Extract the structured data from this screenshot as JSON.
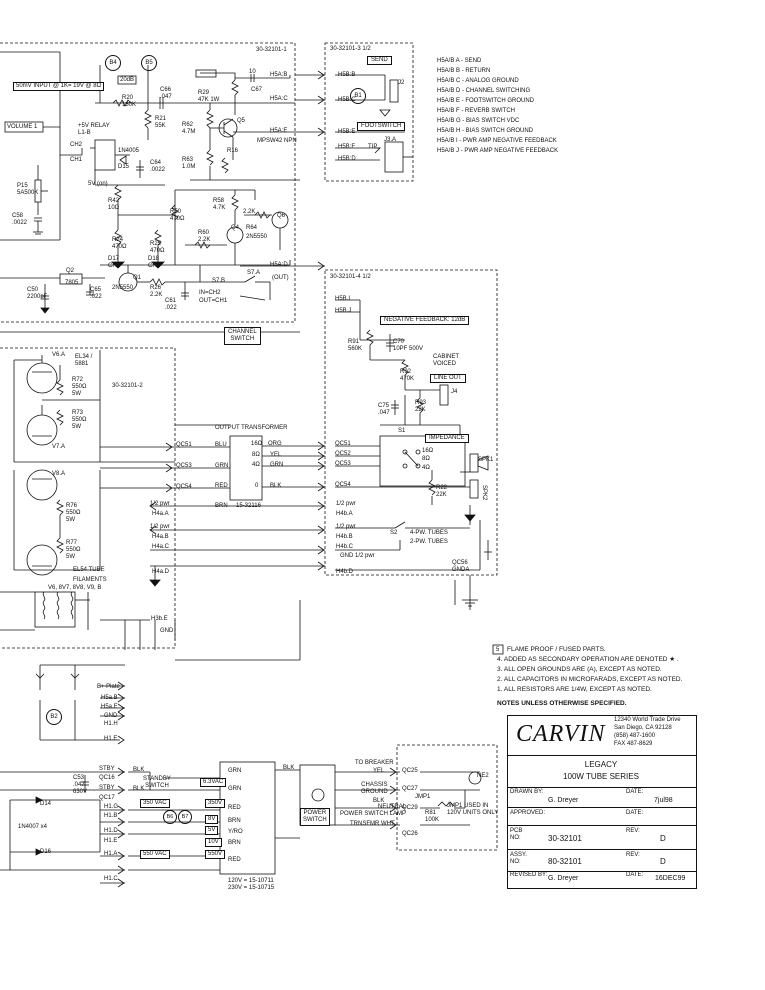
{
  "sheets": {
    "s1": "30-32101-1",
    "s2": "30-32101-2",
    "s3": "30-32101-3   1/2",
    "s4": "30-32101-4   1/2"
  },
  "connectors": {
    "send": "SEND",
    "footswitch": "FOOTSWITCH",
    "channel_switch_1": "CHANNEL",
    "channel_switch_2": "SWITCH",
    "line_out": "LINE OUT",
    "impedance": "IMPEDANCE",
    "neg_fb": "NEGATIVE FEEDBACK: 12dB",
    "power_switch_1": "POWER",
    "power_switch_2": "SWITCH"
  },
  "legend": [
    "H5A/B A -   SEND",
    "H5A/B B -   RETURN",
    "H5A/B C -   ANALOG GROUND",
    "H5A/B D -   CHANNEL SWITCHING",
    "H5A/B E -   FOOTSWITCH GROUND",
    "H5A/B F -   REVERB SWITCH",
    "H5A/B G -   BIAS SWITCH VDC",
    "H5A/B H -   BIAS SWITCH GROUND",
    "H5A/B I -   PWR AMP NEGATIVE FEEDBACK",
    "H5A/B J -   PWR AMP NEGATIVE FEEDBACK"
  ],
  "bubbles": {
    "b4": "B4",
    "b5": "B5",
    "b1": "B1",
    "b2": "B2",
    "b6": "B6",
    "b7": "B7"
  },
  "components": {
    "input_note": "50mV INPUT @ 1K= 19V @ 8Ω",
    "volume": "VOLUME 1",
    "db20": "20dB",
    "r20": "R20\n180K",
    "r21": "R21\n55K",
    "c66": "C66\n.047",
    "r29": "R29\n47K 1W",
    "c67": "C67",
    "ten": "10",
    "q5": "Q5",
    "mpsw": "MPSW42 NPN",
    "r62": "R62\n4.7M",
    "r63": "R63\n1.0M",
    "r16": "R16",
    "relay": "+5V RELAY\nL1-B",
    "ch2": "CH2",
    "ch1": "CH1",
    "in4005": "1N4005",
    "d15": "D15",
    "c64": "C64\n.0022",
    "v5on": "5V (on)",
    "p15": "P15\n5A500K",
    "c58": "C58\n.0022",
    "r42": "R42\n10Ω",
    "r50": "R50\n470Ω",
    "r58": "R58\n4.7K",
    "k22": "2.2K",
    "r60": "R60\n2.2K",
    "q4": "Q4",
    "r64": "R64",
    "n2n": "2N5550",
    "q6": "Q6",
    "r24": "R24\n470Ω",
    "r25": "R25\n470Ω",
    "d17": "D17\nCH1",
    "d18": "D18\nCH2",
    "q1": "Q1",
    "q2": "Q2",
    "q2v": "7805",
    "c50": "C50\n2200pF",
    "c65": "C65\n.022",
    "n2b": "2N5550",
    "r26": "R26\n2.2K",
    "c61": "C61\n.022",
    "s7b": "S7.B",
    "s7a": "S7.A",
    "out": "(OUT)",
    "inch2": "IN=CH2",
    "outch1": "OUT=CH1",
    "h5ab": "H5A:B",
    "h5ac": "H5A:C",
    "h5ae": "H5A:E",
    "h5ad": "H5A:D",
    "h5bb": "H5B:B",
    "h5bc": "H5B:C",
    "h5be": "H5B:E",
    "h5bf": "H5B:F",
    "h5bd": "H5B:D",
    "j2": "J2",
    "j3a": "J3.A",
    "tip": "TIP",
    "v6a": "V6.A",
    "el34": "EL34 /\n5881",
    "r72": "R72\n550Ω\n5W",
    "r73": "R73\n550Ω\n5W",
    "v7a": "V7.A",
    "v8a": "V8.A",
    "r76": "R76\n550Ω\n5W",
    "r77": "R77\n550Ω\n5W",
    "el54": "EL54 TUBE",
    "filaments": "FILAMENTS",
    "tubes_hdr": "V6, 8V7, 8V8, V9, B",
    "ot": "OUTPUT TRANSFORMER",
    "blu": "BLU",
    "grn": "GRN",
    "red": "RED",
    "brn": "BRN",
    "t16": "16Ω",
    "t8": "8Ω",
    "t4": "4Ω",
    "t0": "0",
    "org": "ORG",
    "yel": "YEL",
    "grn2": "GRN",
    "blk": "BLK",
    "xfmr": "15-32116",
    "qc51": "QC51",
    "qc52": "QC52",
    "qc53": "QC53",
    "qc54": "QC54",
    "half_pwr": "1/2 pwr",
    "h4aa": "H4a.A",
    "h4ab": "H4a.B",
    "h4ac": "H4a.C",
    "h4ad": "H4a.D",
    "h4ba": "H4b.A",
    "h4bb": "H4b.B",
    "h4bc": "H4b.C",
    "h4bd": "H4b.D",
    "gnd_half": "GND 1/2 pwr",
    "four_tubes": "4-PW. TUBES",
    "two_tubes": "2-PW. TUBES",
    "s2": "S2",
    "r91": "R91\n560K",
    "c70": "C70\n10PF 500V",
    "cab": "CABINET\nVOICED",
    "r92": "R92\n470K",
    "c75": "C75\n.047",
    "r93": "R93\n22K",
    "j4": "J4",
    "s1": "S1",
    "r22": "R22\n22K",
    "spk1": "SPK1",
    "spk2": "SPK2",
    "qc56": "QC56\nGNDA",
    "h5bi": "H5B.I",
    "h5bj": "H5B.J",
    "h3be": "H3b.E",
    "gnd": "GND",
    "bplate": "B+ Plate",
    "h5ab2": "H5a.B",
    "h5ae2": "H5a.E",
    "gnd2": "GND",
    "h1h": "H1.H",
    "h1e": "H1.E",
    "stby": "STBY",
    "qc16": "QC16",
    "c53": "C53\n.047\n630V",
    "d14": "D14",
    "in4007": "1N4007 x4",
    "d16": "D16",
    "stby2": "STBY",
    "qc17": "QC17",
    "standby": "STANDBY\nSWITCH",
    "blk2": "BLK",
    "blk3": "BLK",
    "h1g": "H1.G",
    "h1b": "H1.B",
    "h1d": "H1.D",
    "h1a": "H1.A",
    "h1c": "H1.C",
    "h1e2": "H1.E",
    "v63": "6.3VAC",
    "v350": "350 VAC",
    "v550": "550 VAC",
    "pgrn": "GRN",
    "pgrn2": "GRN",
    "pred": "RED",
    "pbrn": "BRN",
    "pyro": "Y/RO",
    "pbrn2": "BRN",
    "pred2": "RED",
    "p350v": "350V",
    "p8v": "8V",
    "p5v": "5V",
    "p10v": "10V",
    "p550v": "550V",
    "pblk": "BLK",
    "ptrans": "120V = 15-10711\n230V = 15-10715",
    "tobreaker": "TO BREAKER",
    "yel2": "YEL",
    "chassis": "CHASSIS\nGROUND",
    "blk4": "BLK",
    "neutral": "NEUTRAL\nPOWER SWITCH LAMP",
    "transwht": "TRNSFMR WHT",
    "qc25": "QC25",
    "qc27": "QC27",
    "qc29": "QC29",
    "qc26": "QC26",
    "jmp1": "JMP1",
    "r81": "R81\n100K",
    "jmp_note": "JMP1 USED IN\n120V UNITS ONLY",
    "ne": "NE2"
  },
  "notes": [
    "FLAME PROOF / FUSED PARTS.",
    "4.  ADDED AS SECONDARY OPERATION ARE DENOTED ★ .",
    "3.  ALL OPEN GROUNDS ARE (A), EXCEPT AS NOTED.",
    "2.  ALL CAPACITORS IN MICROFARADS, EXCEPT AS NOTED.",
    "1.  ALL RESISTORS ARE 1/4W, EXCEPT AS NOTED."
  ],
  "note5_num": "5",
  "notes_footer": "NOTES UNLESS OTHERWISE SPECIFIED.",
  "title_block": {
    "company": "CARVIN",
    "address": [
      "12340 World Trade Drive",
      "San Diego, CA  92128",
      "(858) 487-1600",
      "FAX 487-8629"
    ],
    "product": "LEGACY",
    "series": "100W TUBE SERIES",
    "drawn_by_label": "DRAWN BY:",
    "drawn_by": "G. Dreyer",
    "date_label": "DATE:",
    "drawn_date": "7jul98",
    "approved_label": "APPROVED:",
    "approved_date_label": "DATE:",
    "pcb_label": "PCB\nNO:",
    "pcb_no": "30-32101",
    "rev_label": "REV:",
    "pcb_rev": "D",
    "assy_label": "ASSY.\nNO:",
    "assy_no": "80-32101",
    "assy_rev_label": "REV:",
    "assy_rev": "D",
    "revised_label": "REVISED BY:",
    "revised_by": "G. Dreyer",
    "rev_date_label": "DATE:",
    "rev_date": "16DEC99"
  }
}
